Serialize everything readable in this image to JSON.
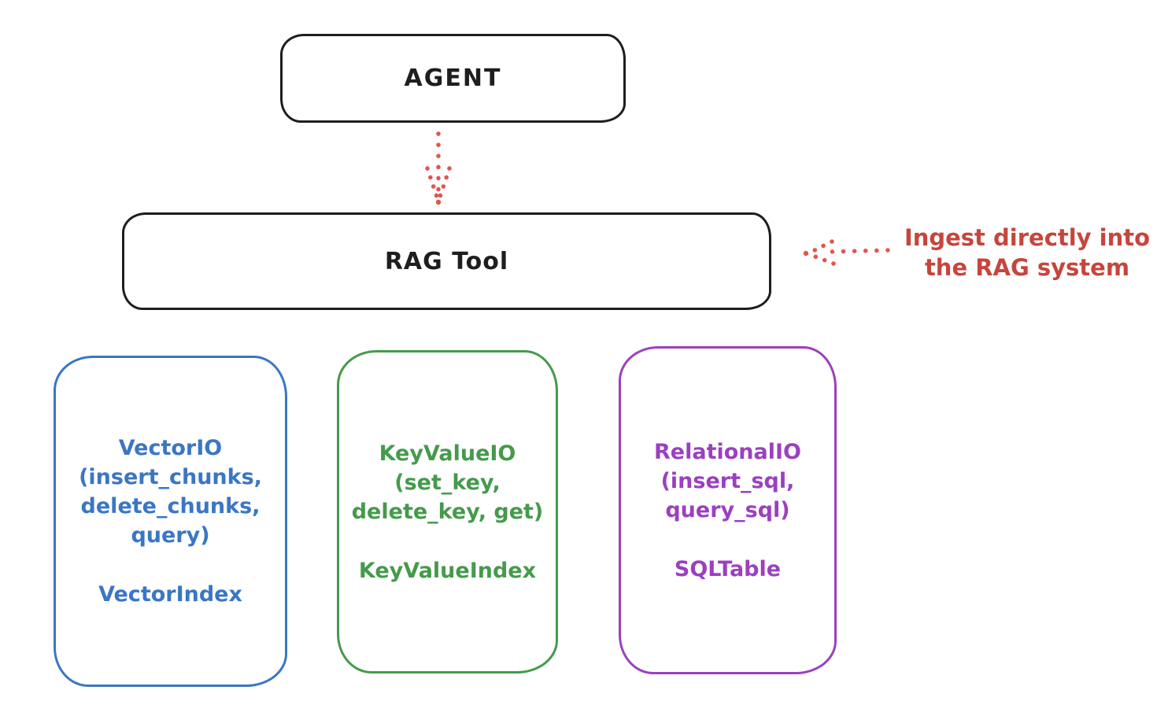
{
  "colors": {
    "ink": "#1e1e1e",
    "annotation_red": "#c6453c",
    "arrow_red": "#e0564f",
    "vector_blue": "#3a76c4",
    "keyvalue_green": "#459a4b",
    "relational_purple": "#9b40bf",
    "background": "#ffffff"
  },
  "agent": {
    "label": "AGENT"
  },
  "rag_tool": {
    "label": "RAG Tool"
  },
  "annotation": {
    "line1": "Ingest directly into",
    "line2": "the RAG system"
  },
  "backends": {
    "vector": {
      "lines": [
        "VectorIO",
        "(insert_chunks,",
        "delete_chunks,",
        "query)"
      ],
      "index": "VectorIndex"
    },
    "keyvalue": {
      "lines": [
        "KeyValueIO",
        "(set_key,",
        "delete_key, get)"
      ],
      "index": "KeyValueIndex"
    },
    "relational": {
      "lines": [
        "RelationalIO",
        "(insert_sql,",
        "query_sql)"
      ],
      "index": "SQLTable"
    }
  }
}
